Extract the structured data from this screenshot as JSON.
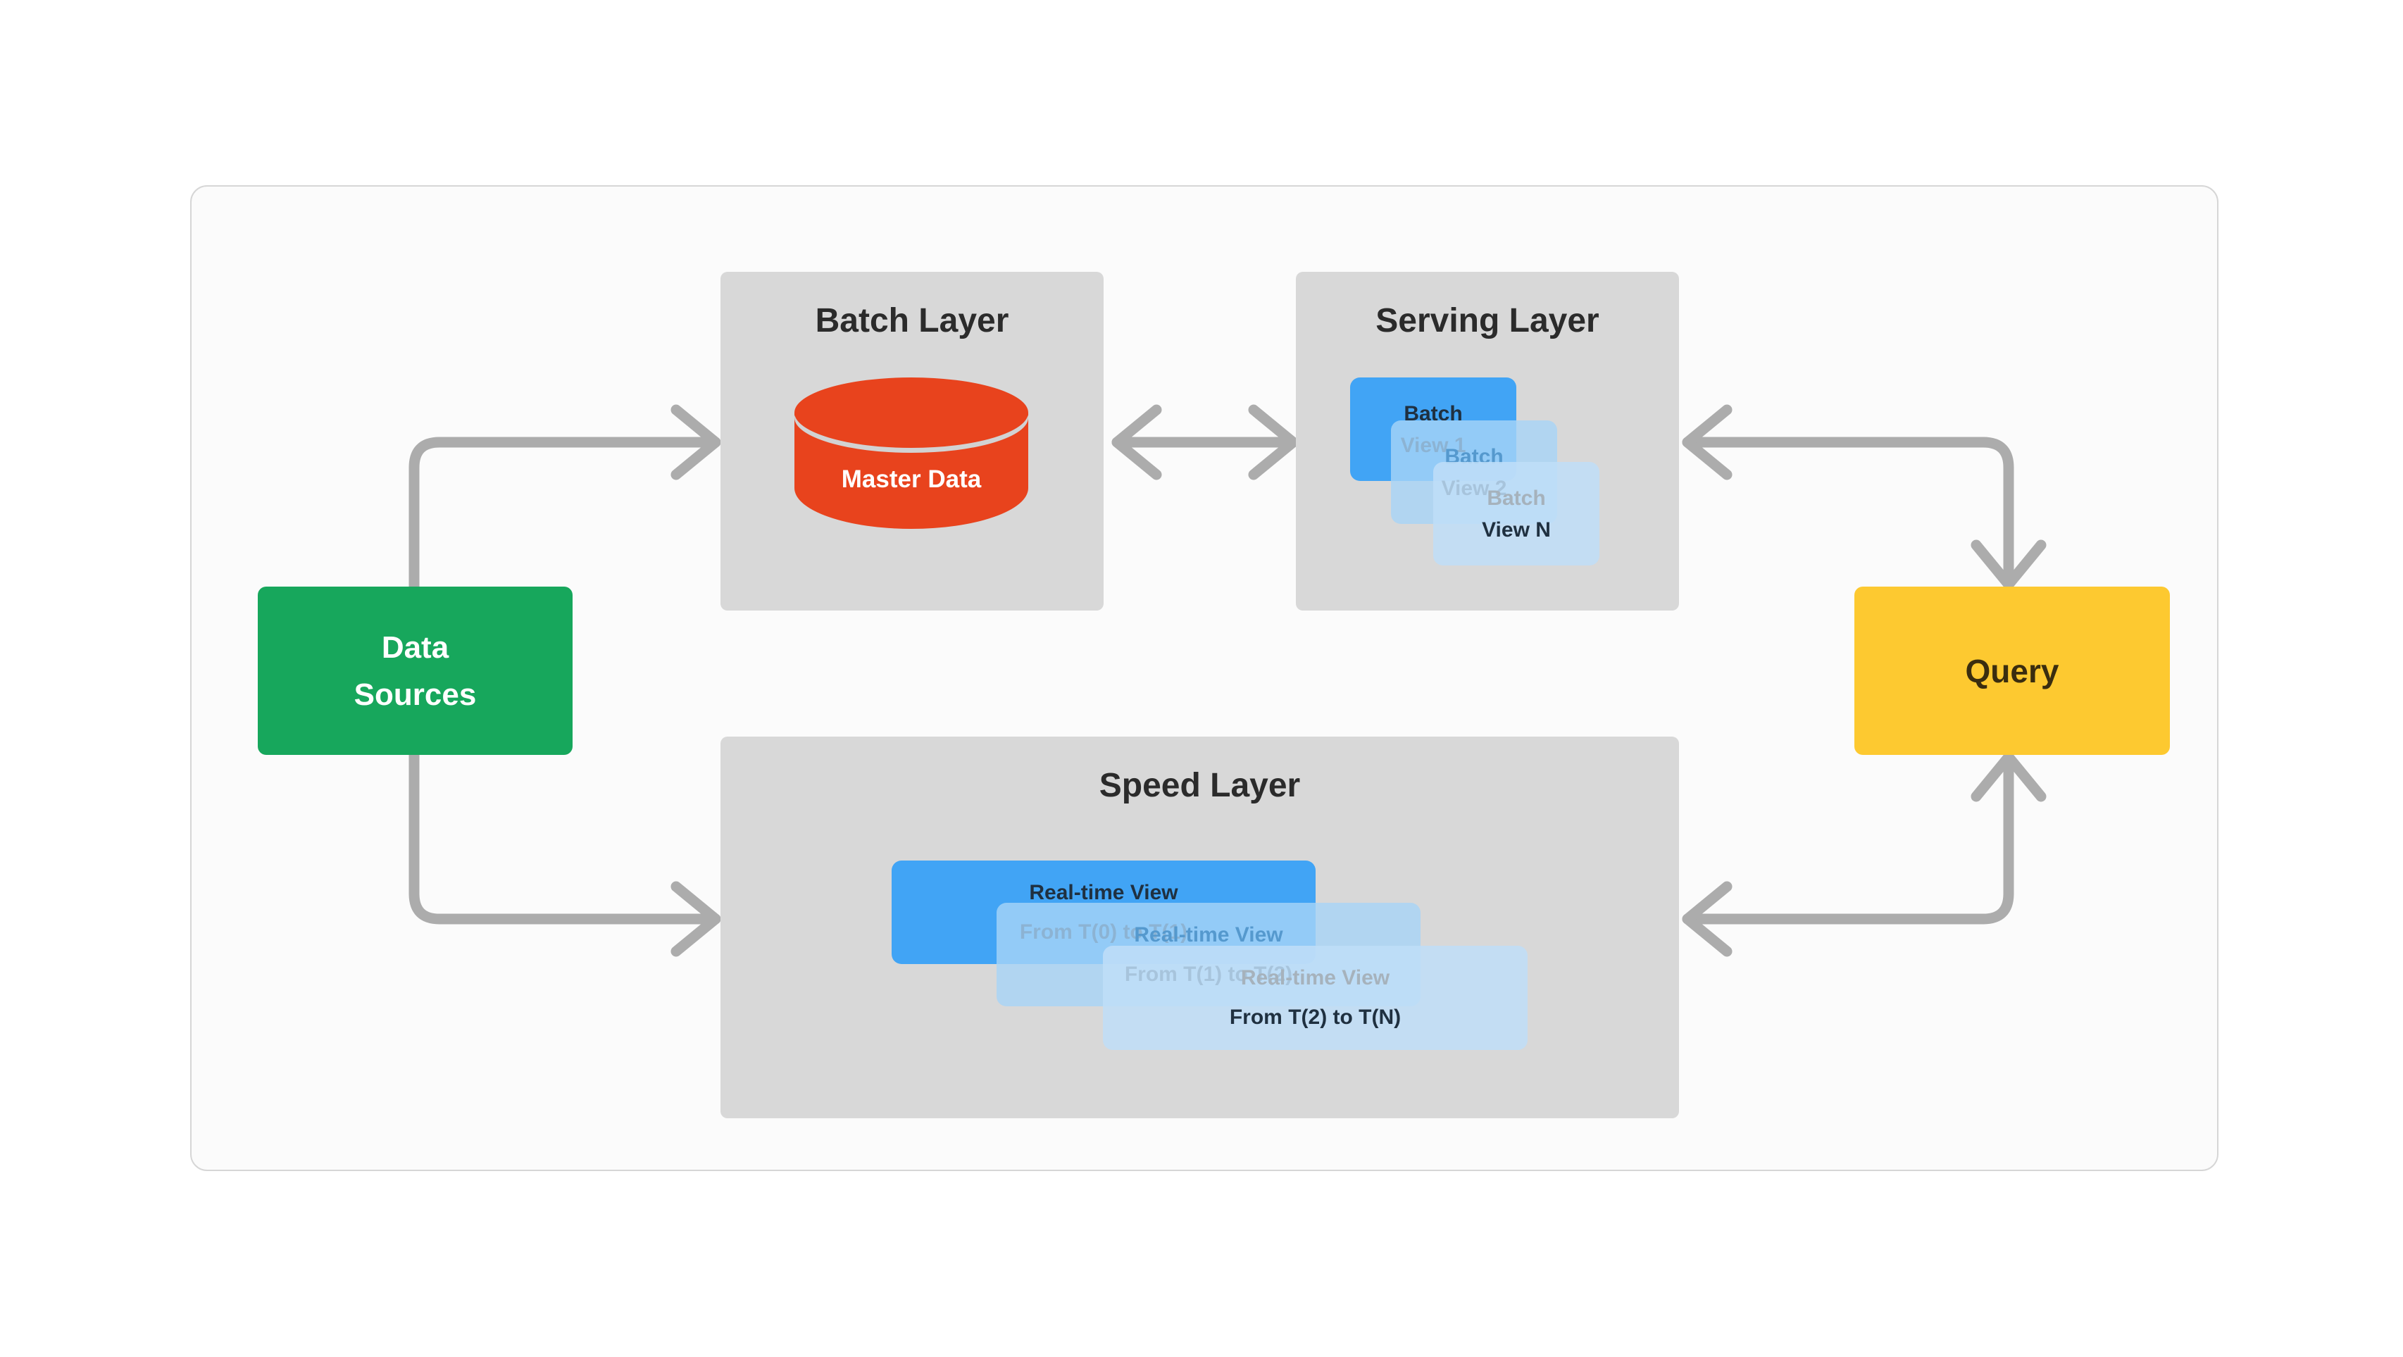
{
  "colors": {
    "page_bg": "#FFFFFF",
    "card_bg": "#FBFBFB",
    "card_border": "#D6D6D6",
    "layer_bg": "#D8D8D8",
    "arrow_gray": "#ACACAC",
    "data_sources_green": "#17A75C",
    "master_data_red": "#E8431D",
    "query_yellow": "#FDC930",
    "view_blue_solid": "#41A4F5",
    "view_blue_ghost": "rgba(168,212,248,0.8)",
    "view_blue_ghost_light": "rgba(191,222,248,0.85)",
    "title_text": "#2B2B2B",
    "view_dark_text": "#1F3040",
    "faded_blue_text": "#5599CE",
    "faded_gray_text": "#A6B2BC"
  },
  "nodes": {
    "data_sources": {
      "line1": "Data",
      "line2": "Sources"
    },
    "batch_layer": {
      "title": "Batch Layer",
      "database_label": "Master Data"
    },
    "serving_layer": {
      "title": "Serving Layer",
      "views": [
        {
          "line1": "Batch",
          "line2": "View 1"
        },
        {
          "line1": "Batch",
          "line2": "View 2"
        },
        {
          "line1": "Batch",
          "line2": "View N"
        }
      ]
    },
    "speed_layer": {
      "title": "Speed Layer",
      "views": [
        {
          "line1": "Real-time View",
          "line2": "From T(0) to T(1)"
        },
        {
          "line1": "Real-time View",
          "line2": "From T(1) to T(2)"
        },
        {
          "line1": "Real-time View",
          "line2": "From T(2) to T(N)"
        }
      ]
    },
    "query": {
      "label": "Query"
    }
  }
}
